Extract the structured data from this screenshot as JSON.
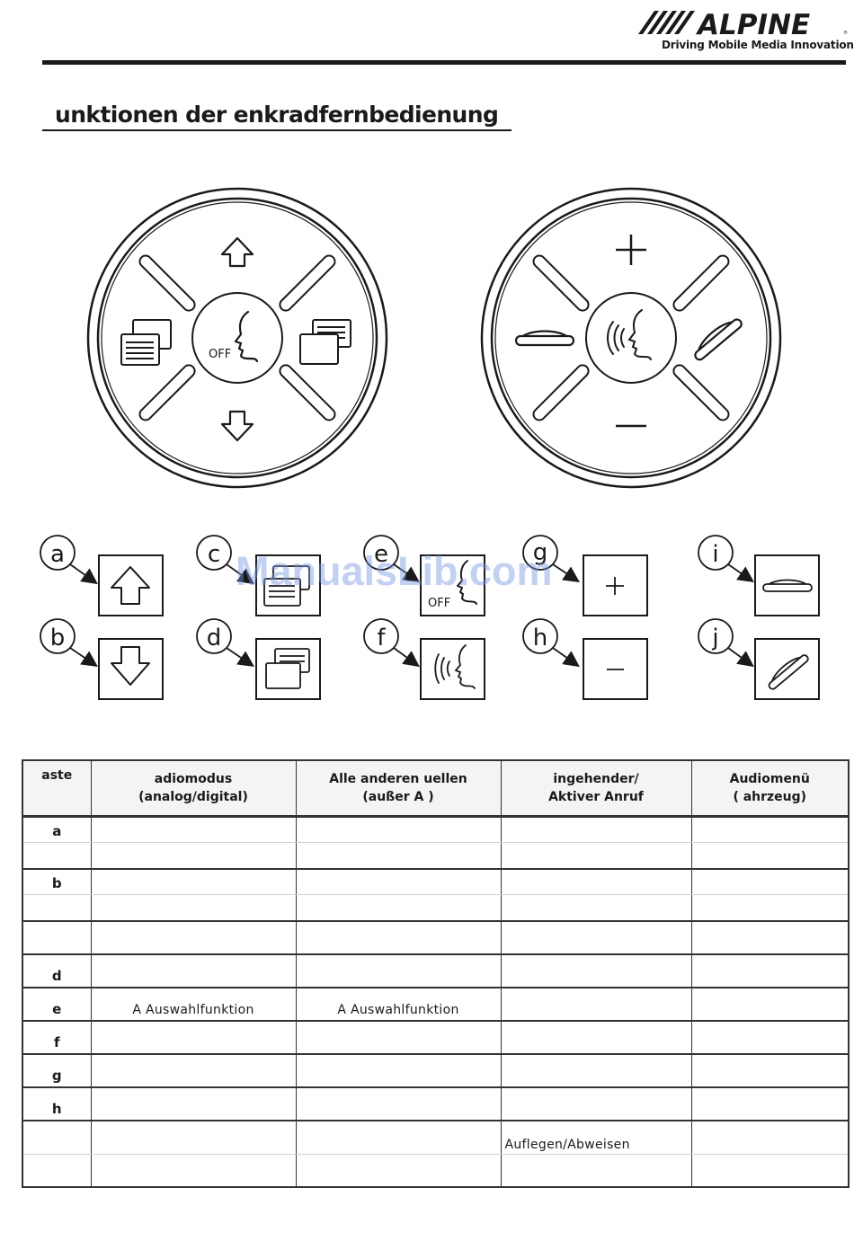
{
  "header": {
    "brand": "ALPINE",
    "tagline": "Driving Mobile Media Innovation"
  },
  "page_title": "unktionen der   enkradfernbedienung",
  "watermark": "ManualsLib.com",
  "legend": {
    "labels": [
      "a",
      "b",
      "c",
      "d",
      "e",
      "f",
      "g",
      "h",
      "i",
      "j"
    ],
    "off_text": "OFF"
  },
  "left_controller": {
    "off_text": "OFF"
  },
  "table": {
    "headers": [
      {
        "line1": "aste",
        "line2": ""
      },
      {
        "line1": "adiomodus",
        "line2": "(analog/digital)"
      },
      {
        "line1": "Alle anderen    uellen",
        "line2": "(außer A     )"
      },
      {
        "line1": "ingehender/",
        "line2": "Aktiver Anruf"
      },
      {
        "line1": "Audiomenü",
        "line2": "(  ahrzeug)"
      }
    ],
    "rows": [
      {
        "key": "a",
        "c1": "",
        "c2": "",
        "c3": "",
        "c4": ""
      },
      {
        "key": "",
        "c1": "",
        "c2": "",
        "c3": "",
        "c4": ""
      },
      {
        "key": "b",
        "c1": "",
        "c2": "",
        "c3": "",
        "c4": ""
      },
      {
        "key": "",
        "c1": "",
        "c2": "",
        "c3": "",
        "c4": ""
      },
      {
        "key": "",
        "c1": "",
        "c2": "",
        "c3": "",
        "c4": ""
      },
      {
        "key": "d",
        "c1": "",
        "c2": "",
        "c3": "",
        "c4": ""
      },
      {
        "key": "e",
        "c1": "A   Auswahlfunktion",
        "c2": "A   Auswahlfunktion",
        "c3": "",
        "c4": ""
      },
      {
        "key": "f",
        "c1": "",
        "c2": "",
        "c3": "",
        "c4": ""
      },
      {
        "key": "g",
        "c1": "",
        "c2": "",
        "c3": "",
        "c4": ""
      },
      {
        "key": "h",
        "c1": "",
        "c2": "",
        "c3": "",
        "c4": ""
      },
      {
        "key": "",
        "c1": "",
        "c2": "",
        "c3": "Auflegen/Abweisen",
        "c4": ""
      },
      {
        "key": "",
        "c1": "",
        "c2": "",
        "c3": "",
        "c4": ""
      }
    ]
  }
}
